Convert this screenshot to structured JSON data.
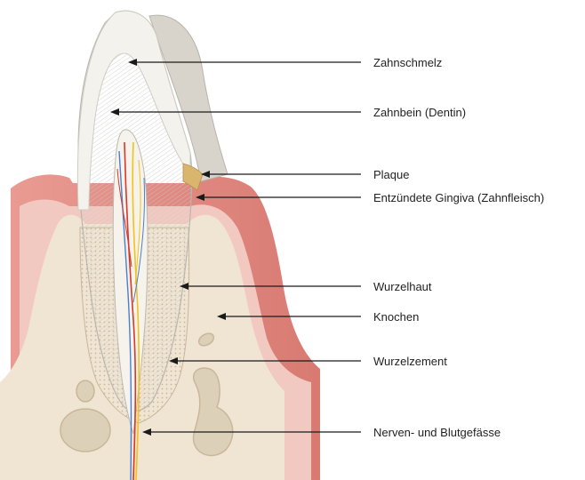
{
  "labels": [
    {
      "id": "enamel",
      "text": "Zahnschmelz"
    },
    {
      "id": "dentin",
      "text": "Zahnbein (Dentin)"
    },
    {
      "id": "plaque",
      "text": "Plaque"
    },
    {
      "id": "gingiva",
      "text": "Entzündete Gingiva (Zahnfleisch)"
    },
    {
      "id": "periodontium",
      "text": "Wurzelhaut"
    },
    {
      "id": "bone",
      "text": "Knochen"
    },
    {
      "id": "cementum",
      "text": "Wurzelzement"
    },
    {
      "id": "nerves",
      "text": "Nerven- und Blutgefässe"
    }
  ],
  "colors": {
    "enamel": "#f4f2ec",
    "dentin": "#dcdcd8",
    "pulp": "#f6f3ec",
    "gingiva_dark": "#d97a74",
    "gingiva_light": "#f0c2b8",
    "bone": "#efe3d2",
    "bone_cavity": "#ddd0b8",
    "plaque": "#d9b56e",
    "nerve": "#f2c21a",
    "artery": "#d8382a",
    "vein": "#4a7fd0"
  }
}
